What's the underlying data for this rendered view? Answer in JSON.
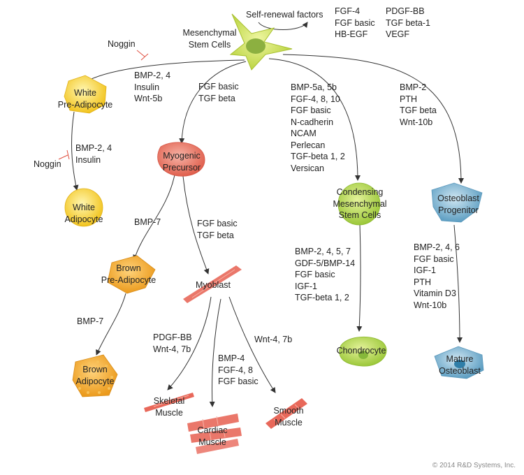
{
  "self_renewal": {
    "label": "Self-renewal factors",
    "factors_col1": [
      "FGF-4",
      "FGF basic",
      "HB-EGF"
    ],
    "factors_col2": [
      "PDGF-BB",
      "TGF beta-1",
      "VEGF"
    ]
  },
  "cells": {
    "msc": [
      "Mesenchymal",
      "Stem Cells"
    ],
    "white_pre": [
      "White",
      "Pre-Adipocyte"
    ],
    "white_adipo": [
      "White",
      "Adipocyte"
    ],
    "myogenic": [
      "Myogenic",
      "Precursor"
    ],
    "brown_pre": [
      "Brown",
      "Pre-Adipocyte"
    ],
    "brown_adipo": [
      "Brown",
      "Adipocyte"
    ],
    "myoblast": [
      "Myoblast"
    ],
    "skeletal": [
      "Skeletal",
      "Muscle"
    ],
    "cardiac": [
      "Cardiac",
      "Muscle"
    ],
    "smooth": [
      "Smooth",
      "Muscle"
    ],
    "condensing": [
      "Condensing",
      "Mesenchymal",
      "Stem Cells"
    ],
    "chondrocyte": [
      "Chondrocyte"
    ],
    "osteo_prog": [
      "Osteoblast",
      "Progenitor"
    ],
    "mature_osteo": [
      "Mature",
      "Osteoblast"
    ]
  },
  "inhibitors": {
    "noggin_top": "Noggin",
    "noggin_left": "Noggin"
  },
  "factors": {
    "to_white_pre": [
      "BMP-2, 4",
      "Insulin",
      "Wnt-5b"
    ],
    "to_white_adipo": [
      "BMP-2, 4",
      "Insulin"
    ],
    "to_myogenic": [
      "FGF basic",
      "TGF beta"
    ],
    "to_brown_pre": [
      "BMP-7"
    ],
    "to_brown_adipo": [
      "BMP-7"
    ],
    "to_myoblast": [
      "FGF basic",
      "TGF beta"
    ],
    "to_skeletal": [
      "PDGF-BB",
      "Wnt-4, 7b"
    ],
    "to_cardiac": [
      "BMP-4",
      "FGF-4, 8",
      "FGF basic"
    ],
    "to_smooth": [
      "Wnt-4, 7b"
    ],
    "to_condensing": [
      "BMP-5a, 5b",
      "FGF-4, 8, 10",
      "FGF basic",
      "N-cadherin",
      "NCAM",
      "Perlecan",
      "TGF-beta 1, 2",
      "Versican"
    ],
    "to_chondrocyte": [
      "BMP-2, 4, 5, 7",
      "GDF-5/BMP-14",
      "FGF basic",
      "IGF-1",
      "TGF-beta 1, 2"
    ],
    "to_osteo_prog": [
      "BMP-2",
      "PTH",
      "TGF beta",
      "Wnt-10b"
    ],
    "to_mature_osteo": [
      "BMP-2, 4, 6",
      "FGF basic",
      "IGF-1",
      "PTH",
      "Vitamin D3",
      "Wnt-10b"
    ]
  },
  "copyright": "© 2014 R&D Systems, Inc.",
  "colors": {
    "msc": "#c8dc4a",
    "white": "#f5d23a",
    "red": "#e86a5a",
    "brown": "#f0a52a",
    "green": "#a8d04a",
    "blue": "#6aa8c8",
    "inhibitor": "#e05040"
  }
}
